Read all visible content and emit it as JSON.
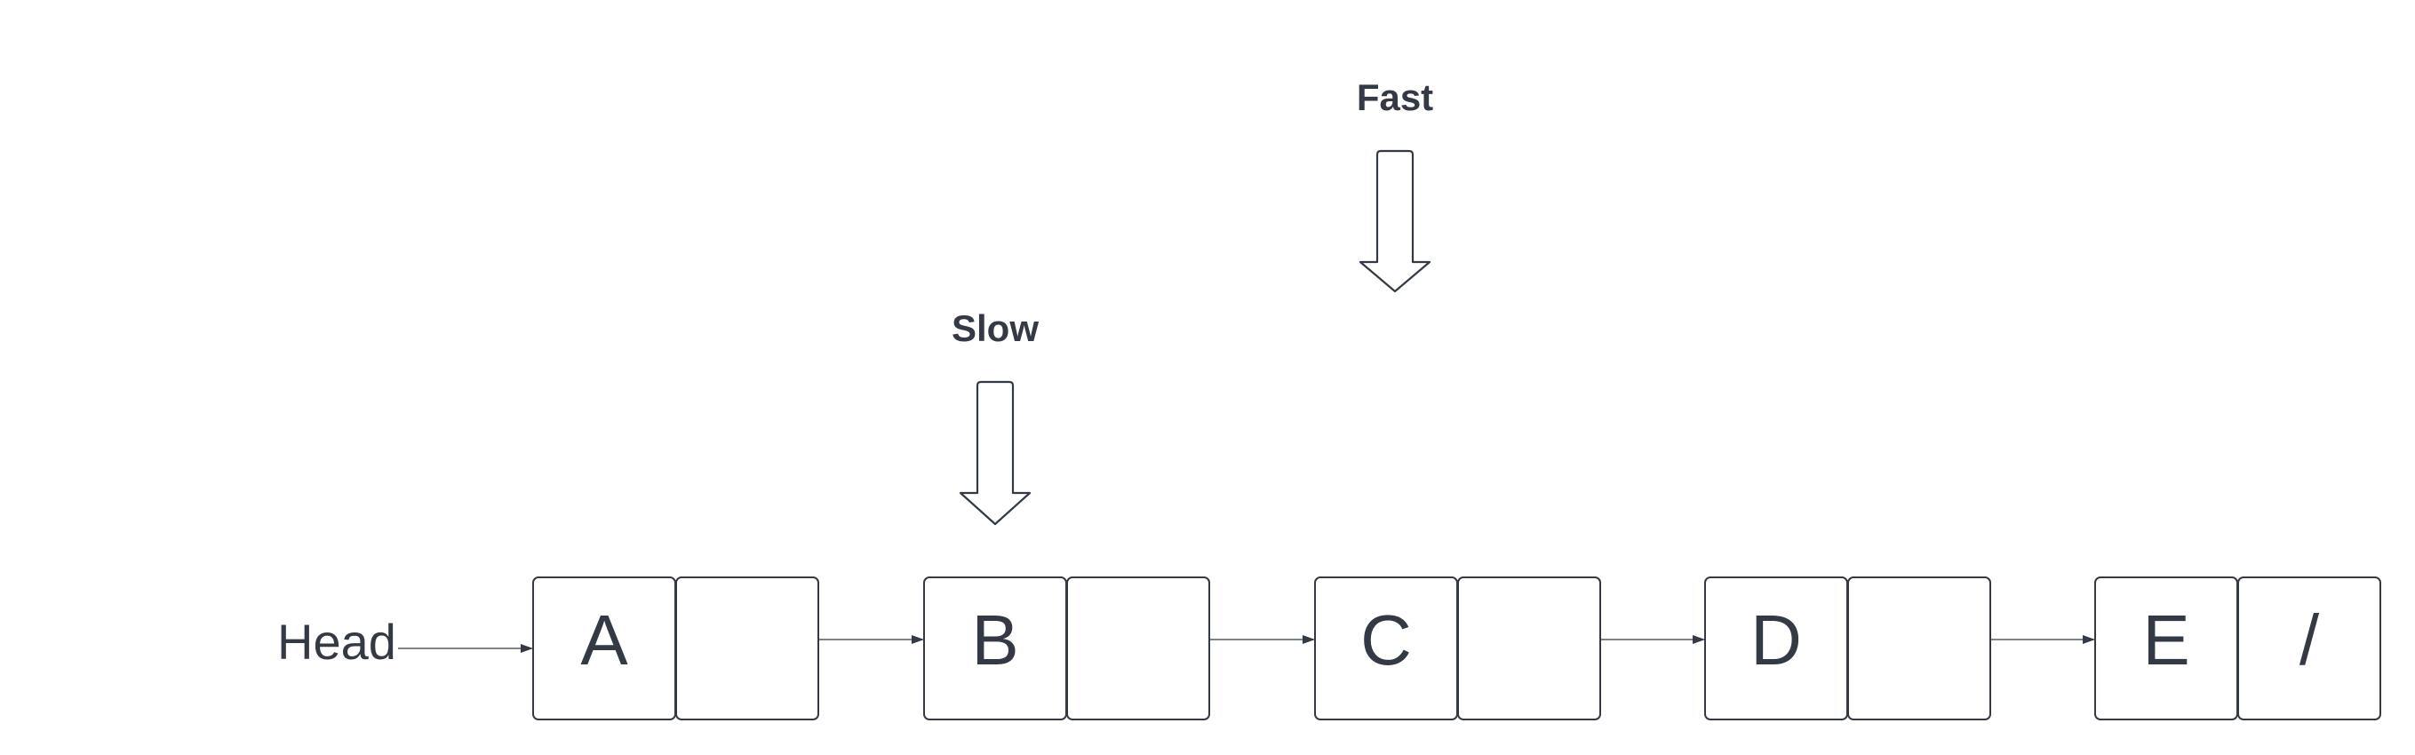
{
  "diagram": {
    "head_label": "Head",
    "nodes": [
      {
        "value": "A",
        "next": ""
      },
      {
        "value": "B",
        "next": ""
      },
      {
        "value": "C",
        "next": ""
      },
      {
        "value": "D",
        "next": ""
      },
      {
        "value": "E",
        "next": "/"
      }
    ],
    "pointers": [
      {
        "label": "Slow",
        "target_node": 1
      },
      {
        "label": "Fast",
        "target_node": 2
      }
    ]
  },
  "colors": {
    "stroke": "#343a45",
    "background": "#ffffff"
  }
}
